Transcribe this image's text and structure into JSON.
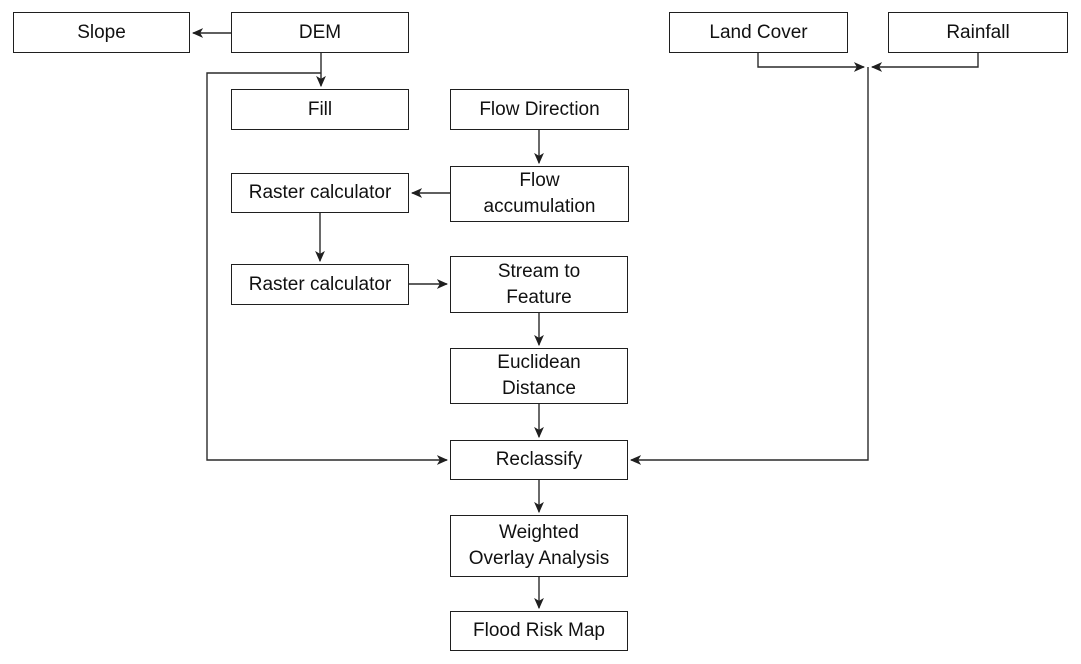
{
  "diagram": {
    "type": "flowchart",
    "colors": {
      "background": "#ffffff",
      "box_border": "#1f1f1f",
      "line": "#2a2a2a",
      "text": "#111111"
    },
    "nodes": {
      "slope": {
        "label": "Slope"
      },
      "dem": {
        "label": "DEM"
      },
      "land_cover": {
        "label": "Land Cover"
      },
      "rainfall": {
        "label": "Rainfall"
      },
      "fill": {
        "label": "Fill"
      },
      "flow_direction": {
        "label": "Flow Direction"
      },
      "flow_accumulation": {
        "label": [
          "Flow",
          "accumulation"
        ]
      },
      "raster_calculator_1": {
        "label": "Raster calculator"
      },
      "raster_calculator_2": {
        "label": "Raster calculator"
      },
      "stream_to_feature": {
        "label": [
          "Stream to",
          "Feature"
        ]
      },
      "euclidean_distance": {
        "label": [
          "Euclidean",
          "Distance"
        ]
      },
      "reclassify": {
        "label": "Reclassify"
      },
      "weighted_overlay": {
        "label": [
          "Weighted",
          "Overlay Analysis"
        ]
      },
      "flood_risk_map": {
        "label": "Flood Risk Map"
      }
    },
    "edges": [
      {
        "from": "dem",
        "to": "slope"
      },
      {
        "from": "dem",
        "to": "fill"
      },
      {
        "from": "dem",
        "to": "reclassify"
      },
      {
        "from": "flow_direction",
        "to": "flow_accumulation"
      },
      {
        "from": "flow_accumulation",
        "to": "raster_calculator_1"
      },
      {
        "from": "raster_calculator_1",
        "to": "raster_calculator_2"
      },
      {
        "from": "raster_calculator_2",
        "to": "stream_to_feature"
      },
      {
        "from": "stream_to_feature",
        "to": "euclidean_distance"
      },
      {
        "from": "euclidean_distance",
        "to": "reclassify"
      },
      {
        "from": "land_cover",
        "to": "reclassify"
      },
      {
        "from": "rainfall",
        "to": "reclassify"
      },
      {
        "from": "reclassify",
        "to": "weighted_overlay"
      },
      {
        "from": "weighted_overlay",
        "to": "flood_risk_map"
      }
    ]
  }
}
